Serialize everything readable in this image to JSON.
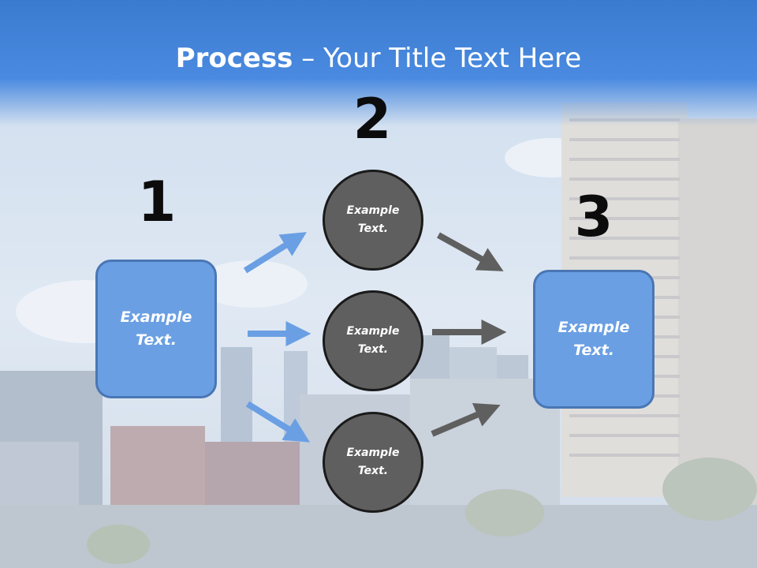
{
  "slide": {
    "title_bold": "Process",
    "title_rest": " – Your Title Text Here"
  },
  "steps": [
    {
      "number": "1",
      "text": "Example\nText."
    },
    {
      "number": "2"
    },
    {
      "number": "3",
      "text": "Example\nText."
    }
  ],
  "circles": [
    {
      "text": "Example\nText."
    },
    {
      "text": "Example\nText."
    },
    {
      "text": "Example\nText."
    }
  ],
  "colors": {
    "header": "#3a7bd0",
    "box_fill": "#6a9fe3",
    "circle_fill": "#5f5f5f",
    "arrow_blue": "#6a9fe3",
    "arrow_gray": "#5f5f5f"
  }
}
